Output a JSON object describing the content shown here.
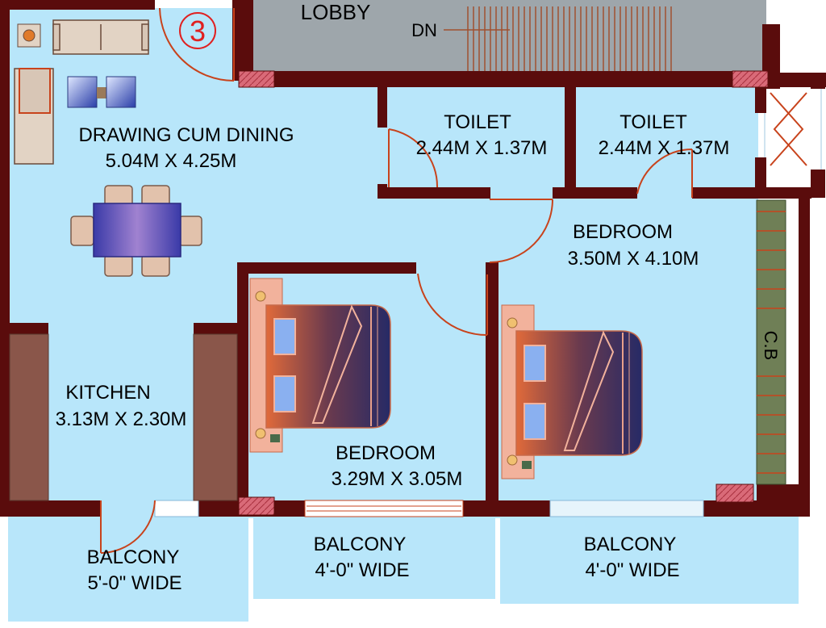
{
  "unit_number": "3",
  "lobby": {
    "label": "LOBBY",
    "stair_label": "DN"
  },
  "rooms": {
    "drawing": {
      "name": "DRAWING CUM DINING",
      "size": "5.04M X 4.25M"
    },
    "toilet_1": {
      "name": "TOILET",
      "size": "2.44M X 1.37M"
    },
    "toilet_2": {
      "name": "TOILET",
      "size": "2.44M X 1.37M"
    },
    "bedroom_1": {
      "name": "BEDROOM",
      "size": "3.50M X 4.10M"
    },
    "bedroom_2": {
      "name": "BEDROOM",
      "size": "3.29M X 3.05M"
    },
    "kitchen": {
      "name": "KITCHEN",
      "size": "3.13M X 2.30M"
    },
    "balcony_1": {
      "name": "BALCONY",
      "size": "5'-0\" WIDE"
    },
    "balcony_2": {
      "name": "BALCONY",
      "size": "4'-0\" WIDE"
    },
    "balcony_3": {
      "name": "BALCONY",
      "size": "4'-0\" WIDE"
    }
  },
  "cupboard_label": "C.B",
  "colors": {
    "wall": "#5a0c0c",
    "floor": "#b8e6fa",
    "lobby": "#9ea6ab",
    "door_swing": "#c8431c",
    "counter": "#8a564a",
    "cupboard": "#6f7f56",
    "column": "#d96a78",
    "unit_circle": "#e02020"
  }
}
